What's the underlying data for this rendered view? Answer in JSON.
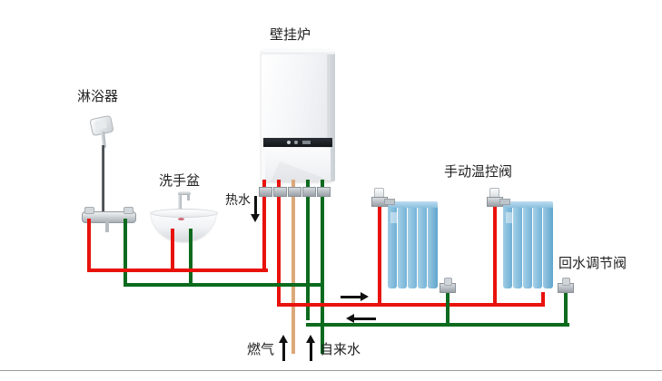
{
  "diagram": {
    "title_labels": {
      "boiler": "壁挂炉",
      "shower": "淋浴器",
      "basin": "洗手盆",
      "hot_water": "热水",
      "manual_thermostatic_valve": "手动温控阀",
      "return_regulating_valve": "回水调节阀",
      "gas": "燃气",
      "tap_water": "自来水"
    },
    "colors": {
      "hot_supply": "#e8120c",
      "cold_return": "#0c6b1e",
      "gas_pipe": "#dca87a",
      "radiator_body": "#7ab8dd",
      "radiator_dark": "#4e93bf",
      "boiler_body": "#f2f3f5",
      "boiler_panel": "#1d2126",
      "metal": "#b9bfc4",
      "text": "#222222"
    },
    "boiler": {
      "label": "壁挂炉",
      "connections": [
        {
          "name": "hot-water-out",
          "color": "#e8120c"
        },
        {
          "name": "heating-supply-out",
          "color": "#e8120c"
        },
        {
          "name": "gas-in",
          "color": "#dca87a"
        },
        {
          "name": "heating-return-in",
          "color": "#0c6b1e"
        },
        {
          "name": "cold-water-in",
          "color": "#0c6b1e"
        }
      ]
    },
    "radiators": [
      {
        "name": "radiator-1",
        "fins": 5,
        "top_valve": "手动温控阀",
        "bottom_valve": "回水调节阀"
      },
      {
        "name": "radiator-2",
        "fins": 5,
        "top_valve": "手动温控阀",
        "bottom_valve": "回水调节阀"
      }
    ],
    "fixtures": [
      {
        "name": "shower",
        "label": "淋浴器"
      },
      {
        "name": "washbasin",
        "label": "洗手盆"
      }
    ],
    "flow_arrows": [
      {
        "name": "hot-water-down-arrow",
        "direction": "down",
        "near": "热水"
      },
      {
        "name": "supply-flow-arrow",
        "direction": "right"
      },
      {
        "name": "return-flow-arrow",
        "direction": "left"
      },
      {
        "name": "gas-in-arrow",
        "direction": "up",
        "near": "燃气"
      },
      {
        "name": "tap-water-in-arrow",
        "direction": "up",
        "near": "自来水"
      }
    ]
  }
}
